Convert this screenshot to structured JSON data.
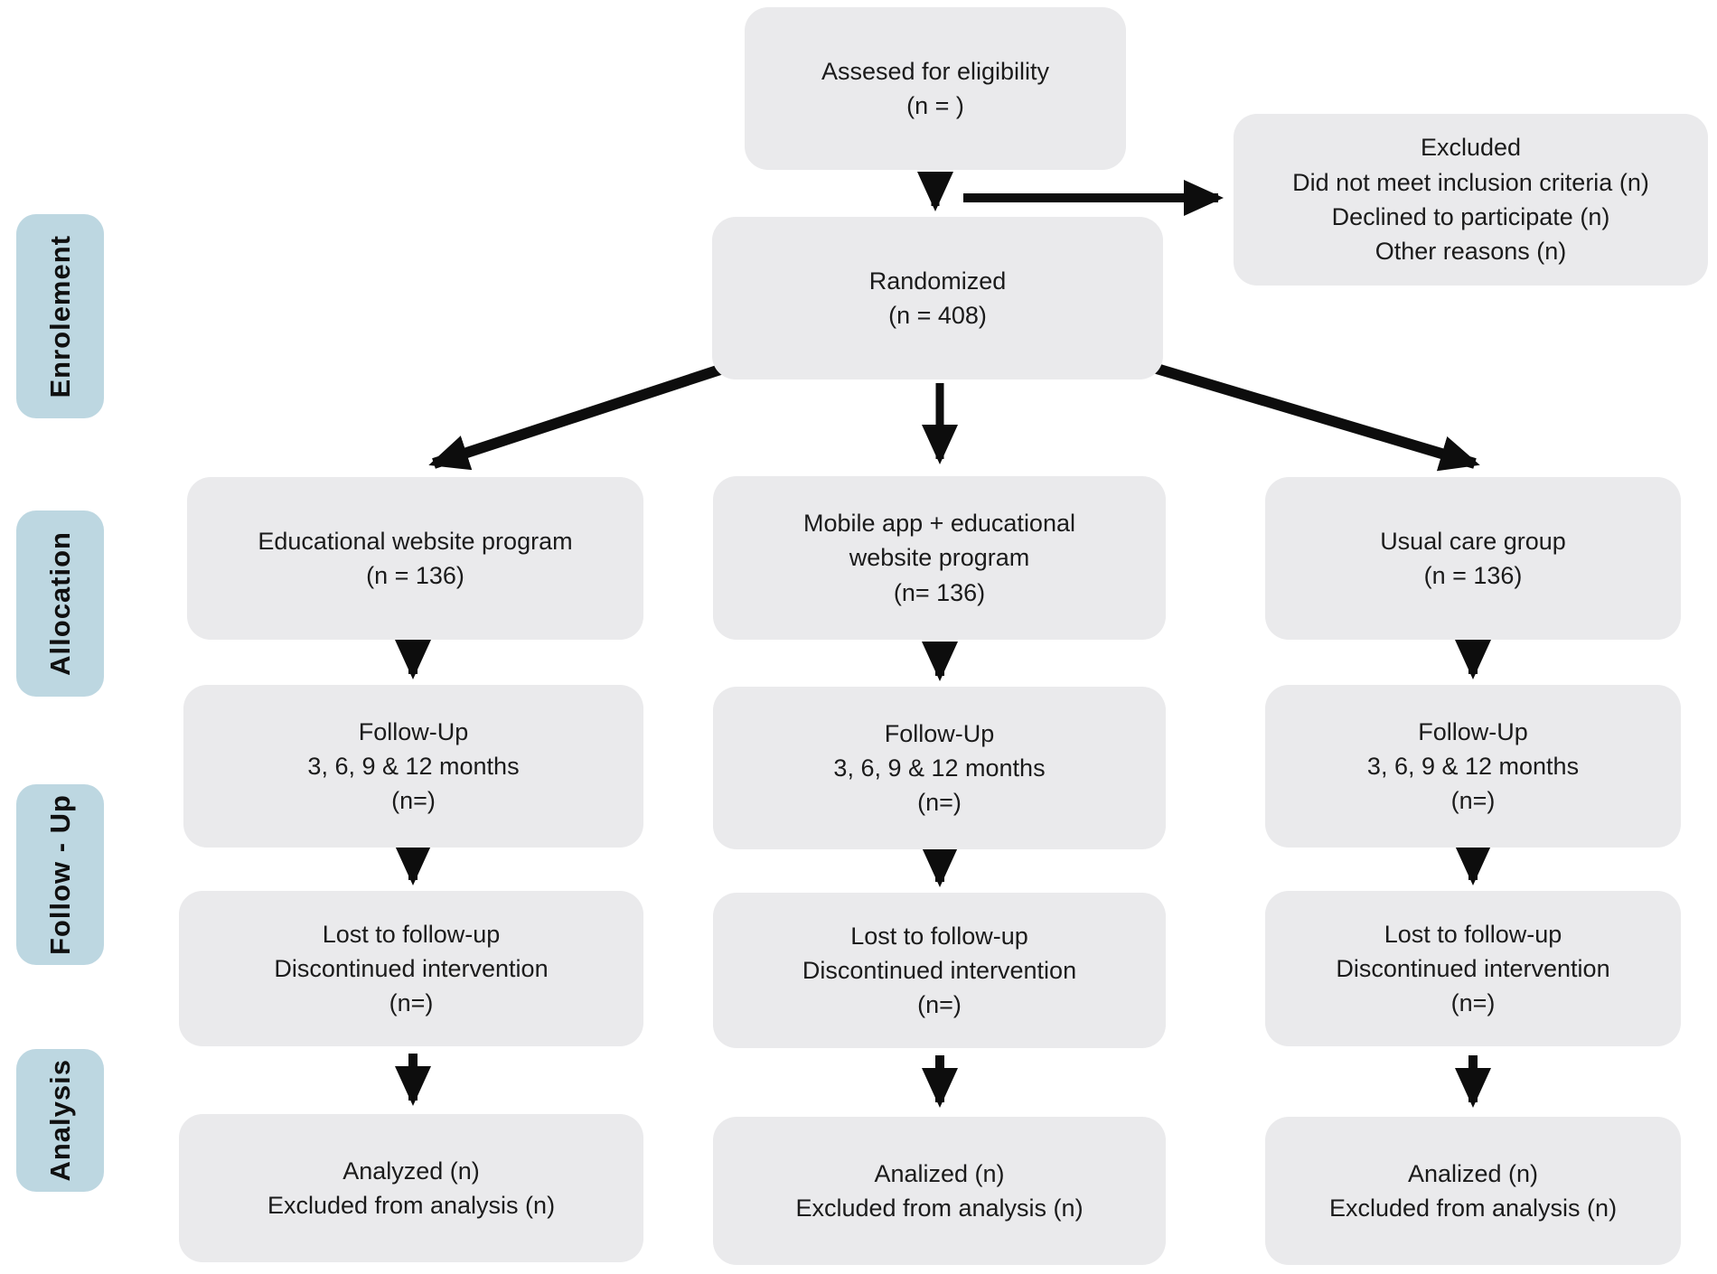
{
  "stages": [
    {
      "label": "Enrolement"
    },
    {
      "label": "Allocation"
    },
    {
      "label": "Follow - Up"
    },
    {
      "label": "Analysis"
    }
  ],
  "boxes": {
    "assessed": [
      "Assesed for eligibility",
      "(n = )"
    ],
    "excluded": [
      "Excluded",
      "Did not meet inclusion criteria (n)",
      "Declined to participate (n)",
      "Other reasons (n)"
    ],
    "randomized": [
      "Randomized",
      "(n = 408)"
    ]
  },
  "columns": [
    {
      "allocation": [
        "Educational website program",
        "(n = 136)"
      ],
      "followup": [
        "Follow-Up",
        "3, 6, 9 & 12 months",
        "(n=)"
      ],
      "lost": [
        "Lost to follow-up",
        "Discontinued intervention",
        "(n=)"
      ],
      "analysis": [
        "Analyzed (n)",
        "Excluded from analysis (n)"
      ]
    },
    {
      "allocation": [
        "Mobile app + educational",
        "website program",
        "(n= 136)"
      ],
      "followup": [
        "Follow-Up",
        "3, 6, 9 & 12 months",
        "(n=)"
      ],
      "lost": [
        "Lost to follow-up",
        "Discontinued intervention",
        "(n=)"
      ],
      "analysis": [
        "Analized (n)",
        "Excluded from analysis (n)"
      ]
    },
    {
      "allocation": [
        "Usual care group",
        "(n = 136)"
      ],
      "followup": [
        "Follow-Up",
        "3, 6, 9 & 12 months",
        "(n=)"
      ],
      "lost": [
        "Lost to follow-up",
        "Discontinued intervention",
        "(n=)"
      ],
      "analysis": [
        "Analized (n)",
        "Excluded from analysis (n)"
      ]
    }
  ],
  "colors": {
    "box_bg": "#eaeaec",
    "label_bg": "#bdd7e1",
    "text": "#1b1b1b",
    "arrow": "#0d0d0d",
    "page_bg": "#ffffff"
  }
}
